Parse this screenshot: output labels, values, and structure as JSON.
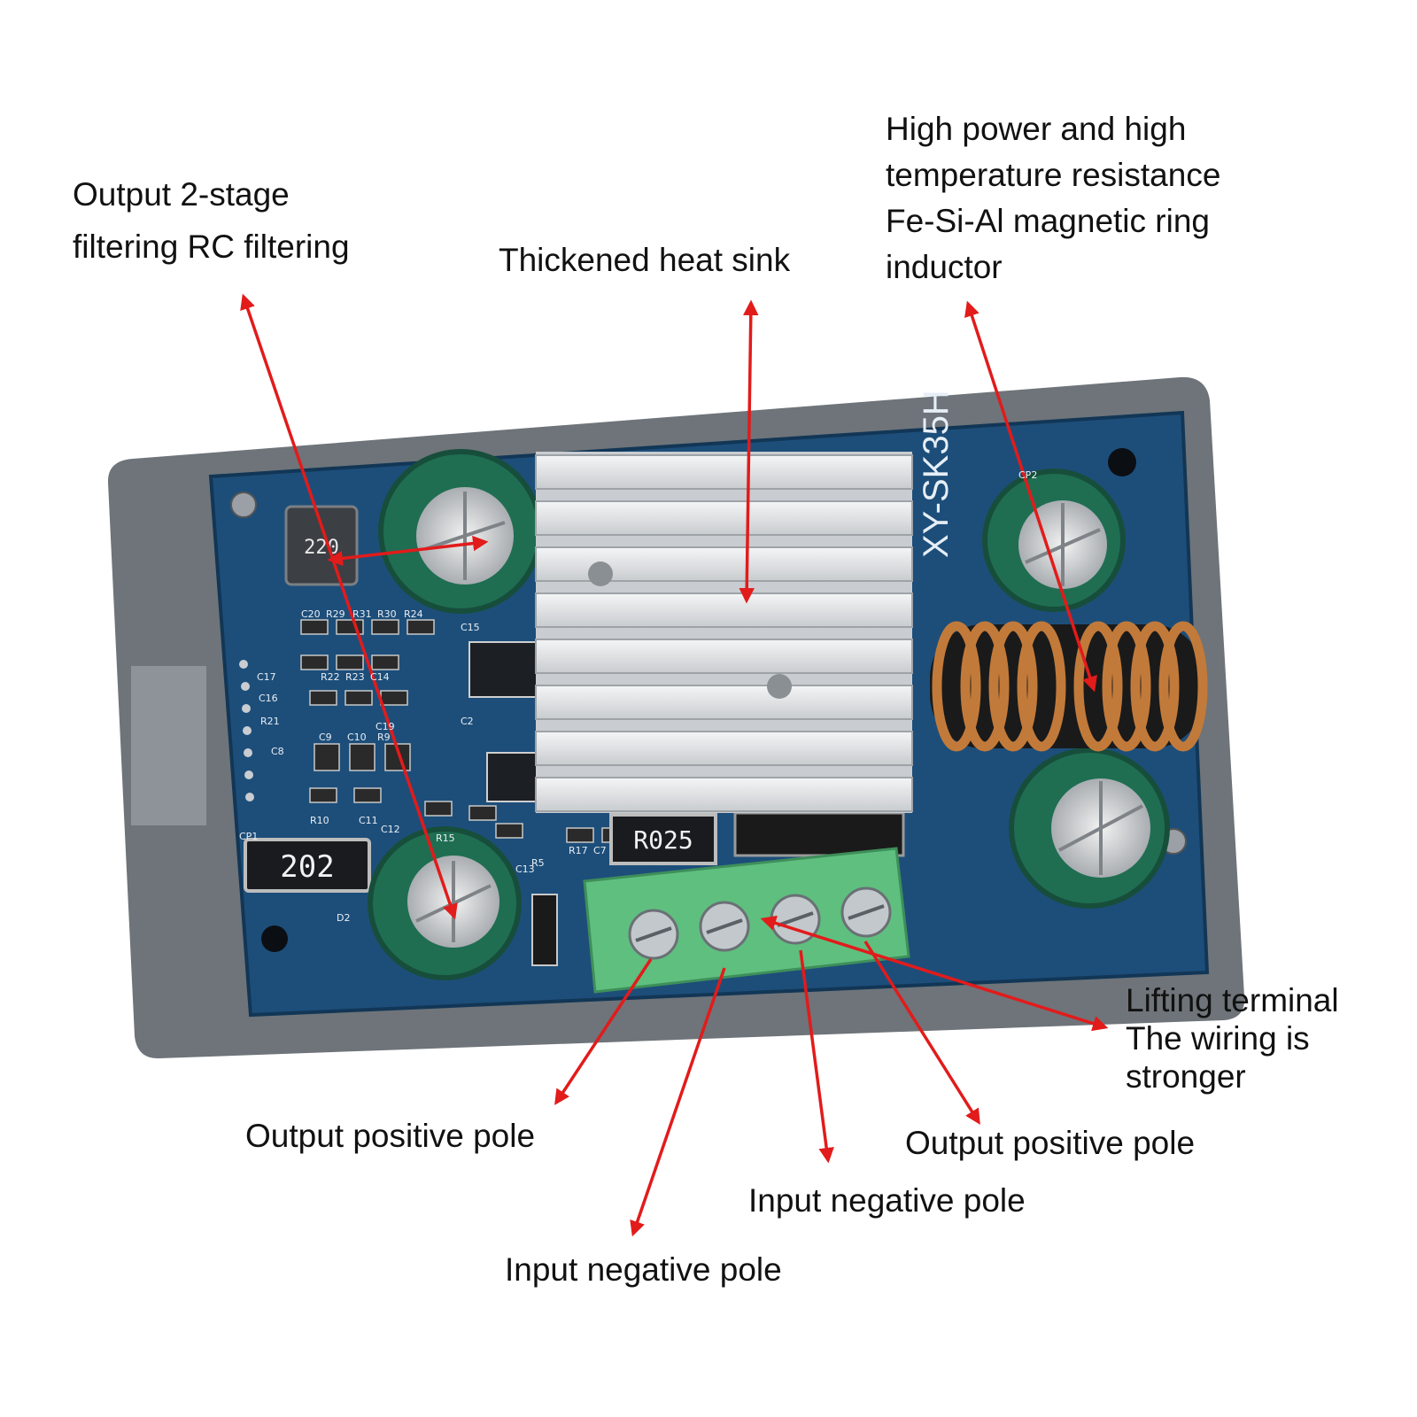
{
  "callouts": {
    "filtering": [
      "Output 2-stage",
      "filtering RC filtering"
    ],
    "heat_sink": "Thickened heat sink",
    "inductor": [
      "High power and high",
      "temperature resistance",
      "Fe-Si-Al magnetic ring",
      "inductor"
    ],
    "lifting_terminal": [
      "Lifting terminal",
      "The wiring is",
      "stronger"
    ],
    "output_positive_left": "Output positive pole",
    "output_positive_right": "Output positive pole",
    "input_negative_mid": "Input negative pole",
    "input_negative_low": "Input negative pole"
  },
  "board": {
    "model": "XY-SK35H",
    "resistor_202": "202",
    "resistor_r025": "R025",
    "inductor_small": "220",
    "component_labels": [
      "C20",
      "R29",
      "R31",
      "R30",
      "R24",
      "C15",
      "C17",
      "C16",
      "R21",
      "R22",
      "R23",
      "C14",
      "C19",
      "C8",
      "C9",
      "C10",
      "R9",
      "R10",
      "C11",
      "C12",
      "R15",
      "C13",
      "R17",
      "C7",
      "C2",
      "D2",
      "R5",
      "CP1",
      "CP2"
    ]
  },
  "colors": {
    "arrow": "#e21b1b",
    "pcb": "#1d4e7a",
    "case": "#6e7479",
    "terminal": "#5fbf7f",
    "heatsink": "#dcdfe2",
    "copper": "#c27a3a",
    "capacitor": "#1f6e52"
  }
}
